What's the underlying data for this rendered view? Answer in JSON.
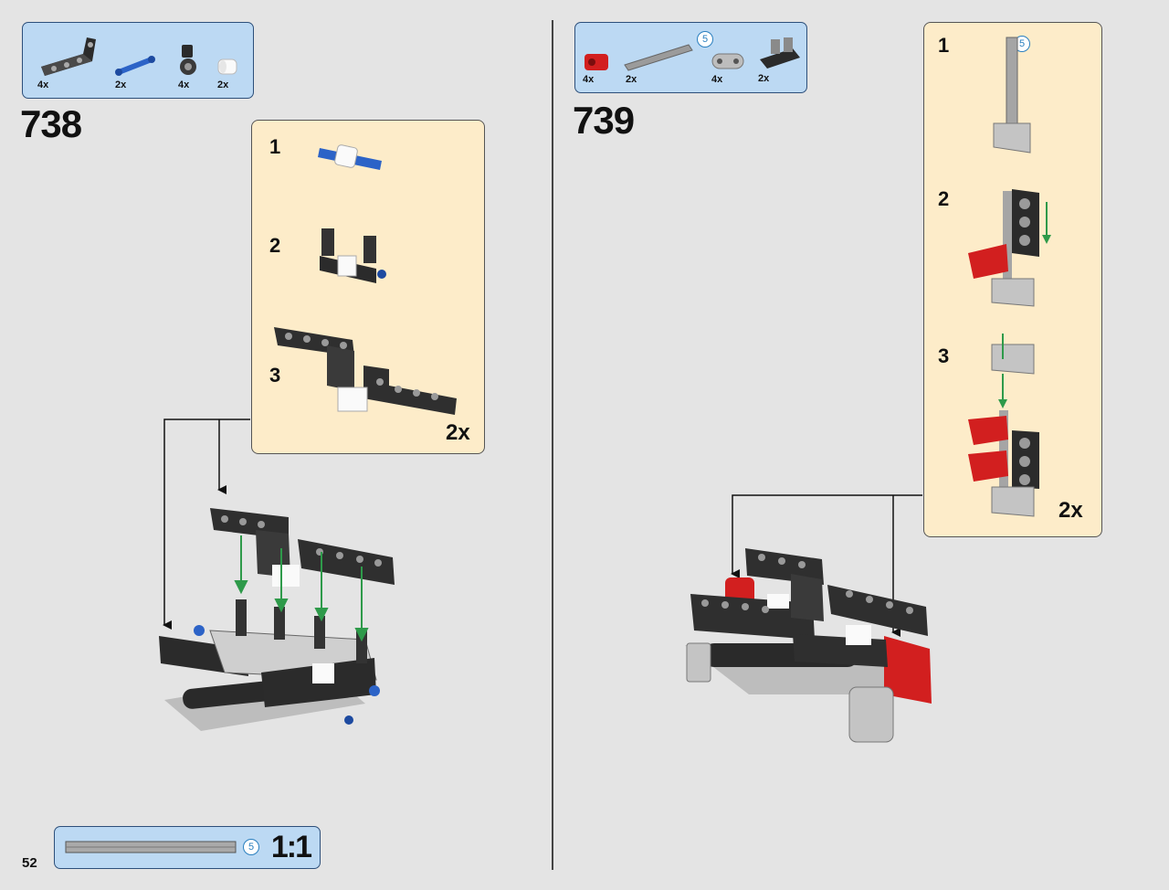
{
  "page_number": "52",
  "steps": [
    {
      "number": "738",
      "parts": [
        {
          "icon": "black-angled-beam-icon",
          "qty": "4x"
        },
        {
          "icon": "blue-pin-icon",
          "qty": "2x"
        },
        {
          "icon": "black-connector-icon",
          "qty": "4x"
        },
        {
          "icon": "white-bush-icon",
          "qty": "2x"
        }
      ],
      "sub_assembly": {
        "steps": [
          "1",
          "2",
          "3"
        ],
        "multiplier": "2x"
      }
    },
    {
      "number": "739",
      "parts": [
        {
          "icon": "red-connector-icon",
          "qty": "4x"
        },
        {
          "icon": "grey-axle-icon",
          "qty": "2x",
          "badge": "5"
        },
        {
          "icon": "grey-beam-icon",
          "qty": "4x"
        },
        {
          "icon": "black-double-connector-icon",
          "qty": "2x"
        }
      ],
      "sub_assembly": {
        "steps": [
          "1",
          "2",
          "3"
        ],
        "multiplier": "2x",
        "badge": "5"
      }
    }
  ],
  "scale": {
    "label": "1:1",
    "badge": "5"
  },
  "colors": {
    "callout_bg": "#fdecc9",
    "parts_bg": "#bcd9f3",
    "arrow_green": "#2e9a4a"
  }
}
